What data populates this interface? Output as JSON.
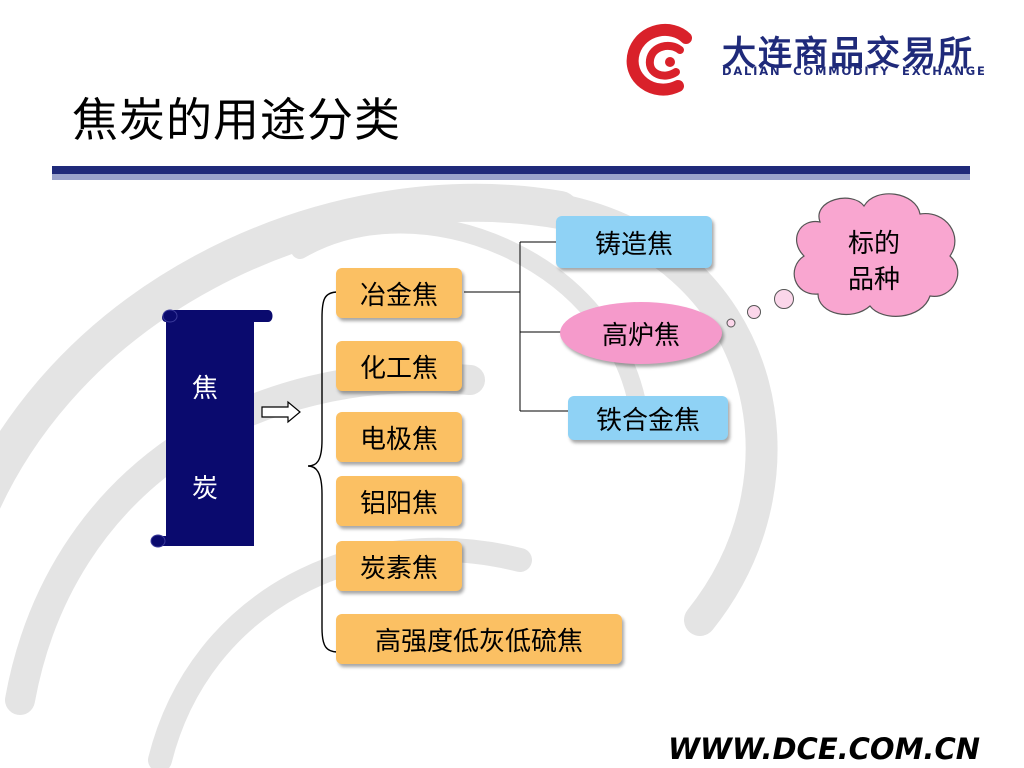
{
  "header": {
    "title": "焦炭的用途分类",
    "logo_cn": "大连商品交易所",
    "logo_en": "DALIAN COMMODITY EXCHANGE"
  },
  "footer": {
    "website": "WWW.DCE.COM.CN"
  },
  "diagram": {
    "root": {
      "char1": "焦",
      "char2": "炭"
    },
    "categories": [
      "冶金焦",
      "化工焦",
      "电极焦",
      "铝阳焦",
      "炭素焦",
      "高强度低灰低硫焦"
    ],
    "sub_types": [
      "铸造焦",
      "高炉焦",
      "铁合金焦"
    ],
    "callout": {
      "line1": "标的",
      "line2": "品种"
    }
  },
  "colors": {
    "title_bar": "#1f2a7a",
    "category_fill": "#fbc063",
    "subtype_fill": "#8fd2f5",
    "highlight_fill": "#f59acb",
    "scroll_fill": "#0a0a6e"
  }
}
